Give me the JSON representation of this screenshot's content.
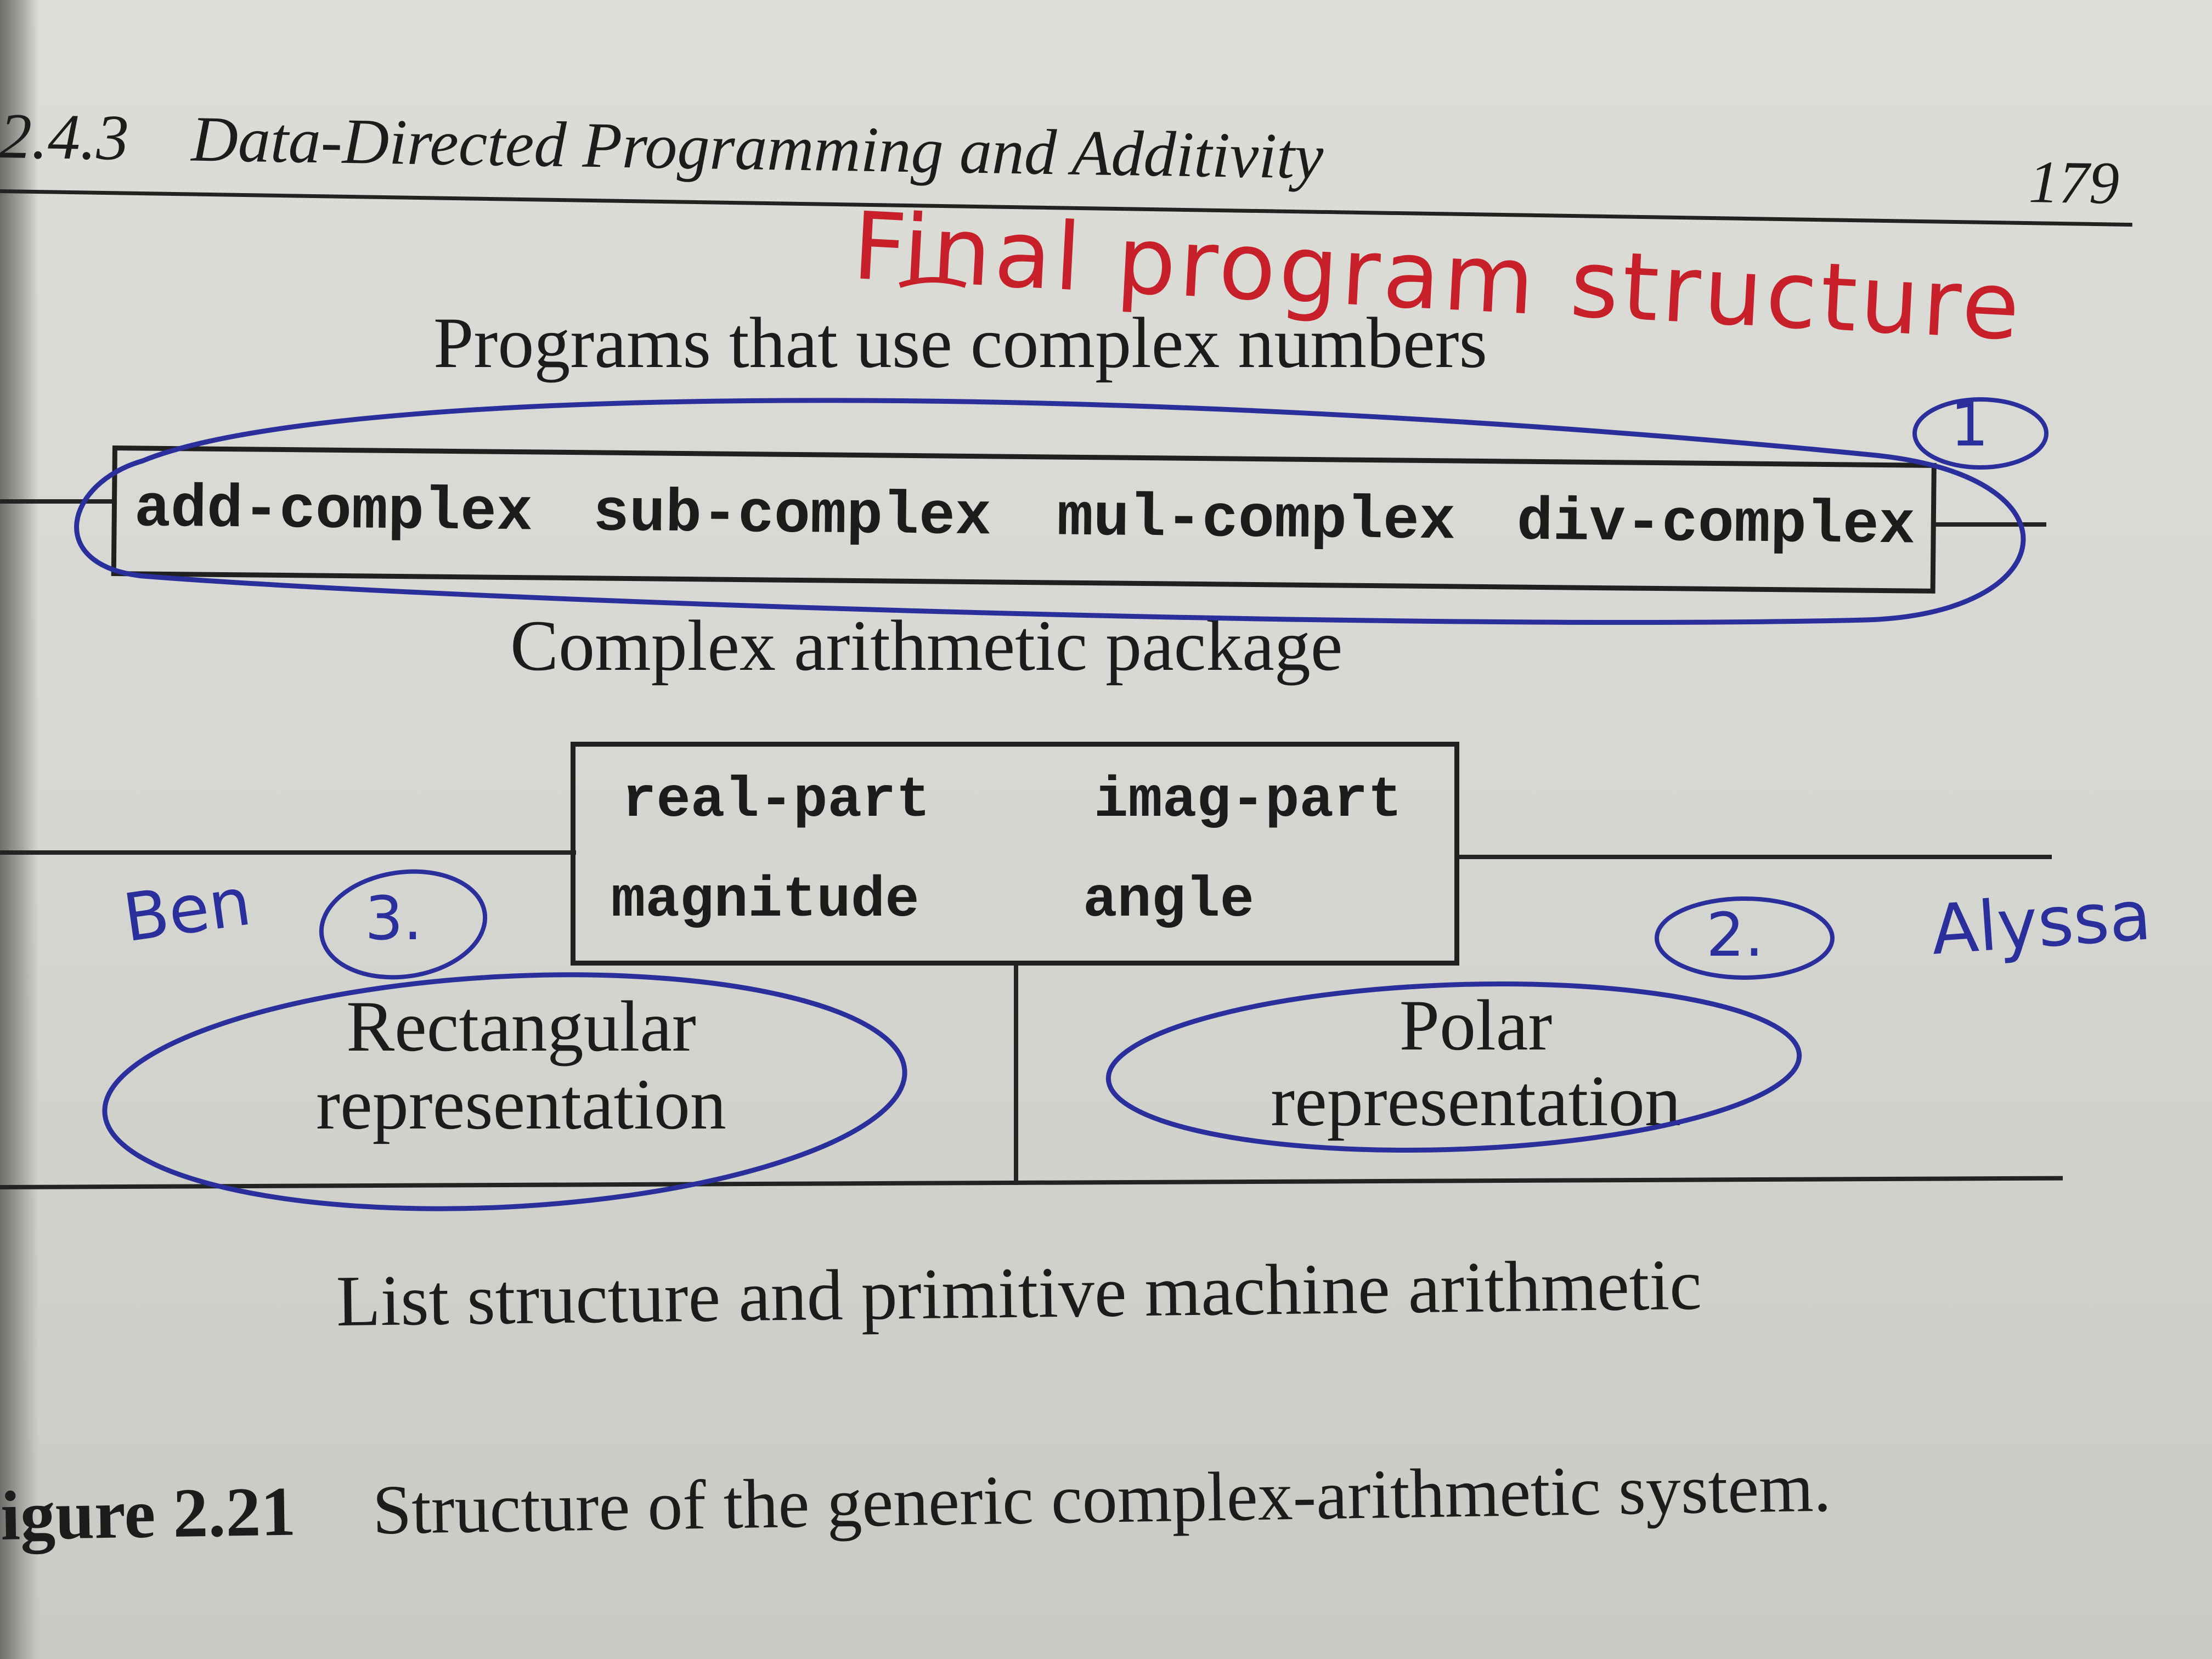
{
  "header": {
    "section_number": "2.4.3",
    "section_title": "Data-Directed Programming and Additivity",
    "page_number": "179"
  },
  "figure": {
    "top_label": "Programs that use complex numbers",
    "top_box_items": [
      "add-complex",
      "sub-complex",
      "mul-complex",
      "div-complex"
    ],
    "middle_label": "Complex arithmetic package",
    "middle_box_row1": [
      "real-part",
      "imag-part"
    ],
    "middle_box_row2": [
      "magnitude",
      "angle"
    ],
    "left_rep": [
      "Rectangular",
      "representation"
    ],
    "right_rep": [
      "Polar",
      "representation"
    ],
    "bottom_label": "List structure and primitive machine arithmetic"
  },
  "caption": {
    "label": "igure 2.21",
    "text": "Structure of the generic complex-arithmetic system."
  },
  "annotations": {
    "red_title": "Final program structure",
    "marker_1": "1",
    "marker_2": "2.",
    "marker_3": "3.",
    "left_note": "Ben",
    "right_note": "Alyssa",
    "red_ink_color": "#c8202a",
    "blue_ink_color": "#2a2f9c"
  }
}
